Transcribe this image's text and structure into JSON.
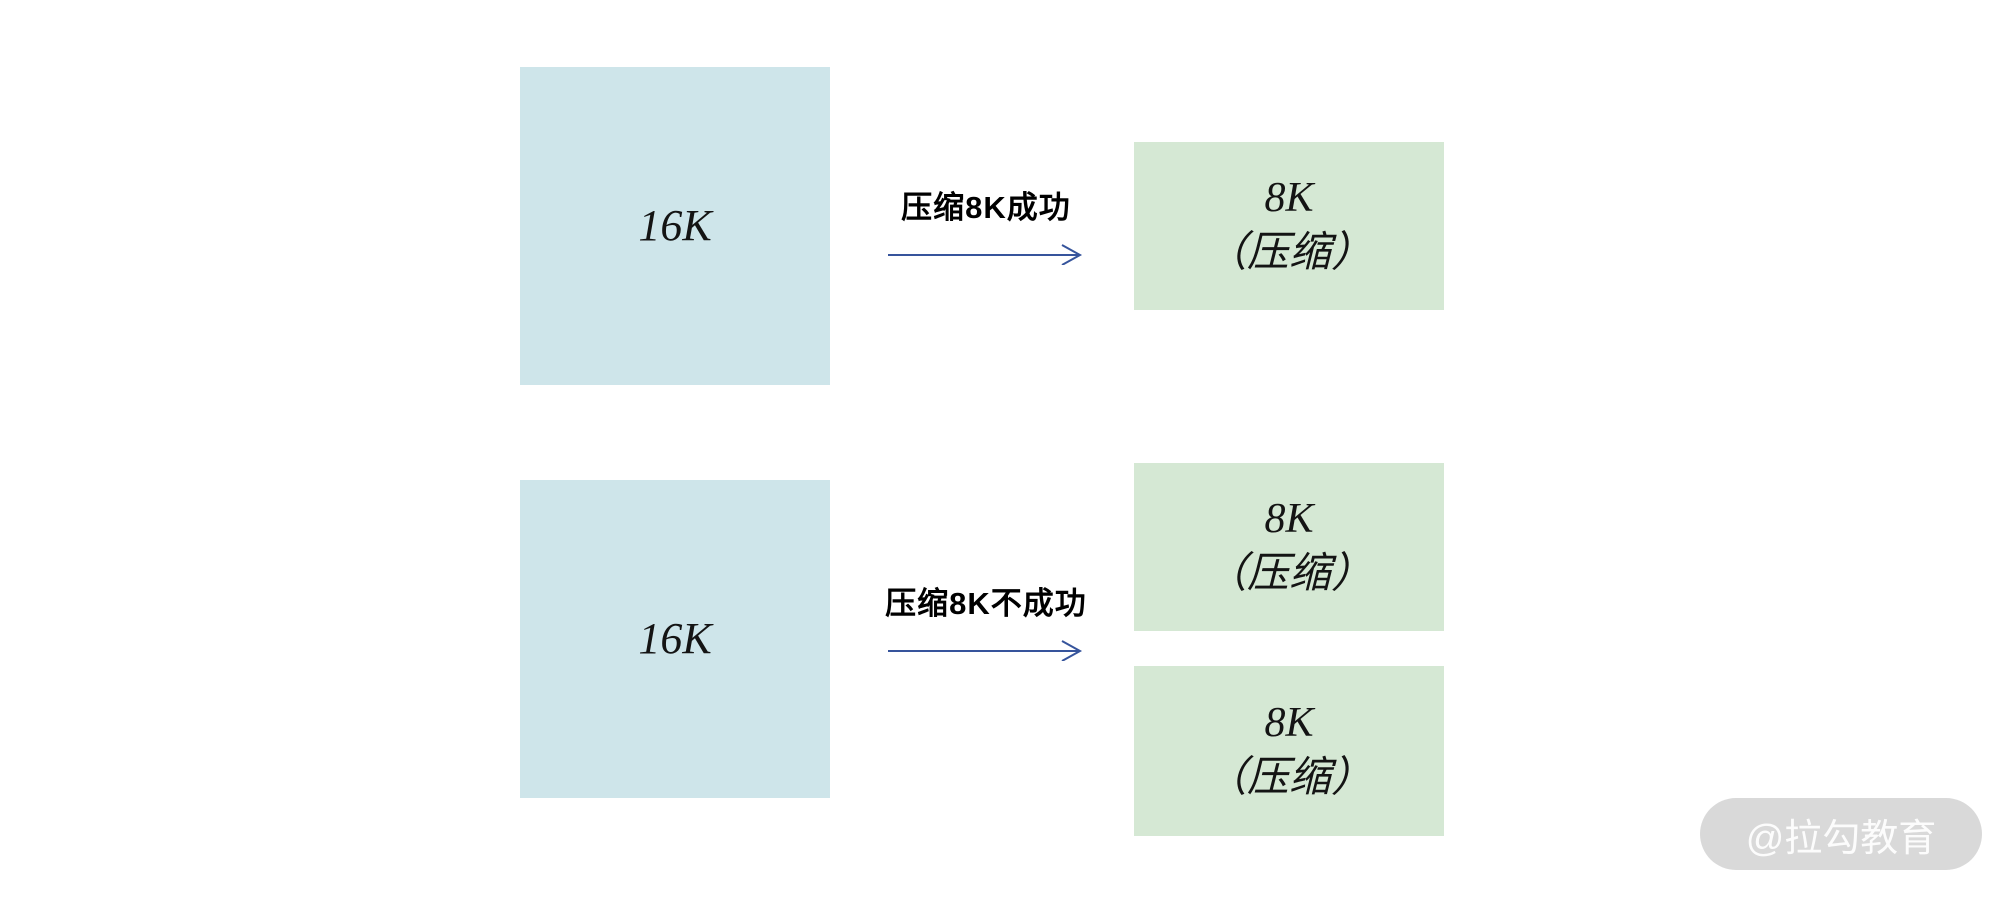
{
  "colors": {
    "source_box_fill": "#CEE5EA",
    "target_box_fill": "#D5E8D4",
    "arrow_stroke": "#36549C",
    "watermark_bg": "#D9D9D9",
    "watermark_text": "#FCFCFC"
  },
  "scenario_success": {
    "source_label": "16K",
    "arrow_label": "压缩8K成功",
    "target": {
      "line1": "8K",
      "line2": "（压缩）"
    }
  },
  "scenario_failure": {
    "source_label": "16K",
    "arrow_label": "压缩8K不成功",
    "targets": [
      {
        "line1": "8K",
        "line2": "（压缩）"
      },
      {
        "line1": "8K",
        "line2": "（压缩）"
      }
    ]
  },
  "watermark": {
    "label": "@拉勾教育"
  }
}
